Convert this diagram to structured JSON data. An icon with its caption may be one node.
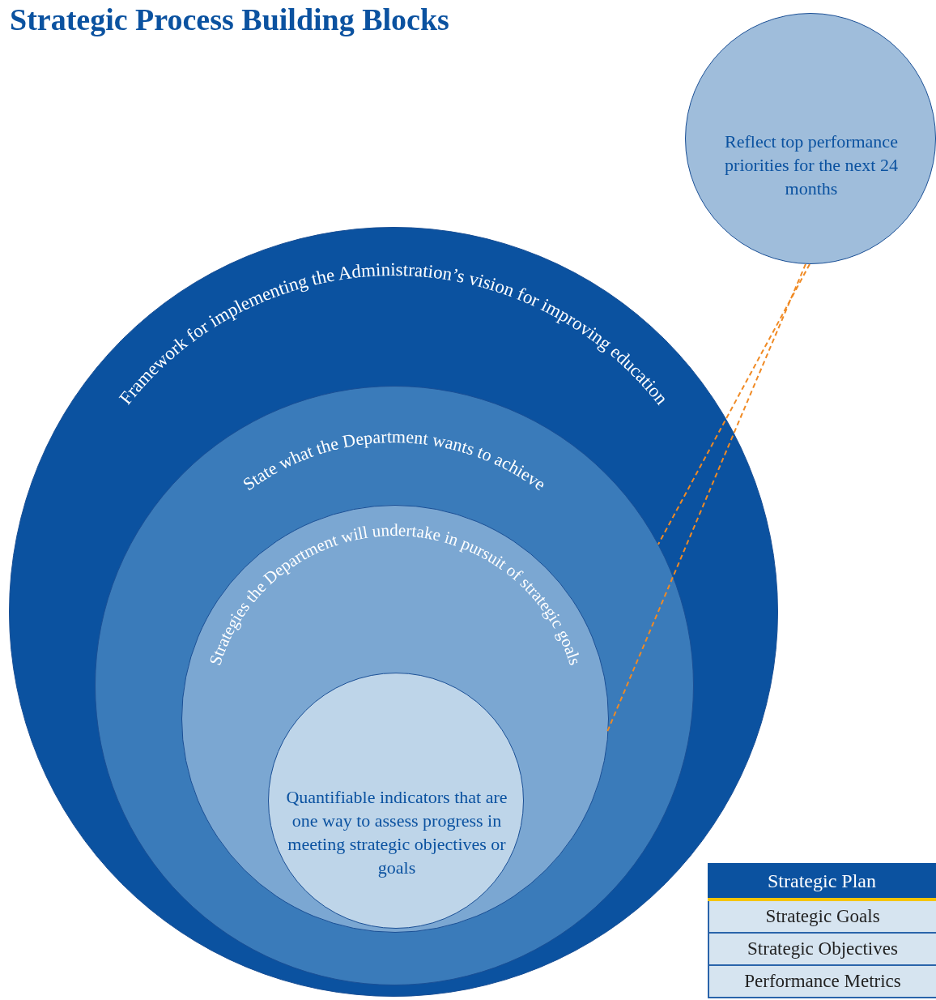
{
  "diagram": {
    "title": "Strategic Process Building Blocks",
    "nodes": [
      {
        "text": [
          "Framework for implementing the Administration’s vision for improving education"
        ]
      },
      {
        "text": [
          "State what the Department wants to achieve"
        ],
        "in": 0
      },
      {
        "text": [
          "Strategies the Department will undertake in pursuit of strategic goals"
        ],
        "in": 1
      },
      {
        "text": [
          "Quantifiable indicators that are one way to assess progress in meeting strategic objectives or goals"
        ],
        "in": 2
      },
      {
        "text": [
          "Reflect top performance priorities for the next 24 months"
        ]
      }
    ],
    "edges": [
      {
        "from": 4,
        "to": 1,
        "arrow": "none",
        "style": "dashed",
        "color": "#f08a24"
      },
      {
        "from": 4,
        "to": 2,
        "arrow": "none",
        "style": "dashed",
        "color": "#f08a24"
      }
    ],
    "labels": [
      "Strategic Plan",
      "Strategic Goals",
      "Strategic Objectives",
      "Performance Metrics"
    ]
  }
}
